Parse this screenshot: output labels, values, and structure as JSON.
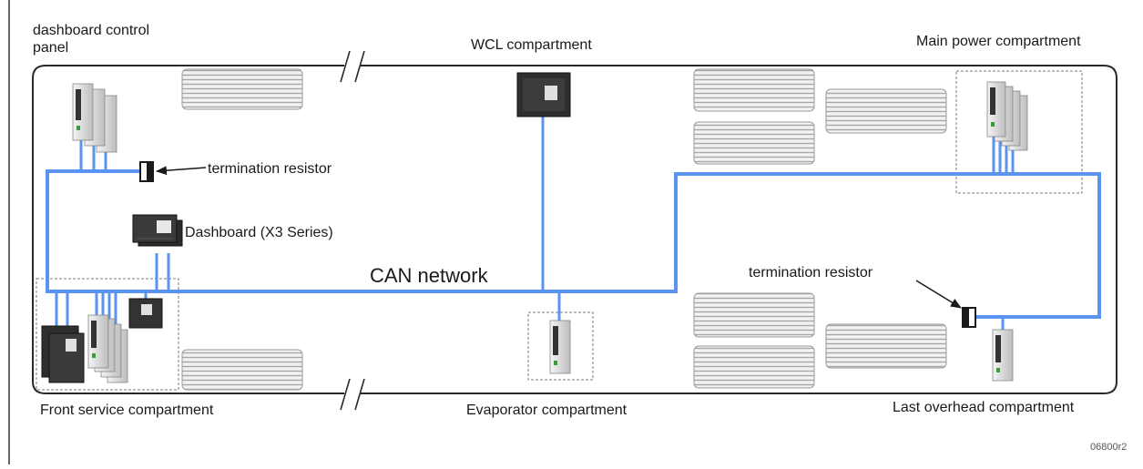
{
  "labels": {
    "dashboard_panel_line1": "dashboard control",
    "dashboard_panel_line2": "panel",
    "wcl": "WCL compartment",
    "main_power": "Main power compartment",
    "termination_resistor_top": "termination resistor",
    "dashboard_x3": "Dashboard (X3 Series)",
    "can_network": "CAN network",
    "termination_resistor_right": "termination resistor",
    "front_service": "Front service compartment",
    "evaporator": "Evaporator compartment",
    "last_overhead": "Last overhead compartment",
    "figure_code": "06800r2"
  },
  "colors": {
    "can_bus": "#5b93f0",
    "outline": "#2a2a2a",
    "grille": "#b9b9b9",
    "dashed": "#7a7a7a"
  }
}
